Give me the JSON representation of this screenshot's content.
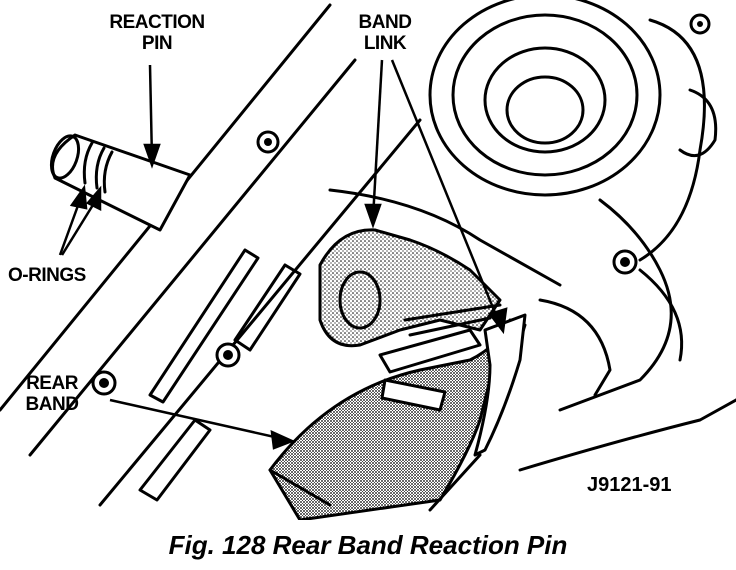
{
  "labels": {
    "reaction_pin": [
      "REACTION",
      "PIN"
    ],
    "band_link": [
      "BAND",
      "LINK"
    ],
    "o_rings": "O-RINGS",
    "rear_band": [
      "REAR",
      "BAND"
    ]
  },
  "figure_id": "J9121-91",
  "caption": "Fig. 128 Rear Band Reaction Pin"
}
